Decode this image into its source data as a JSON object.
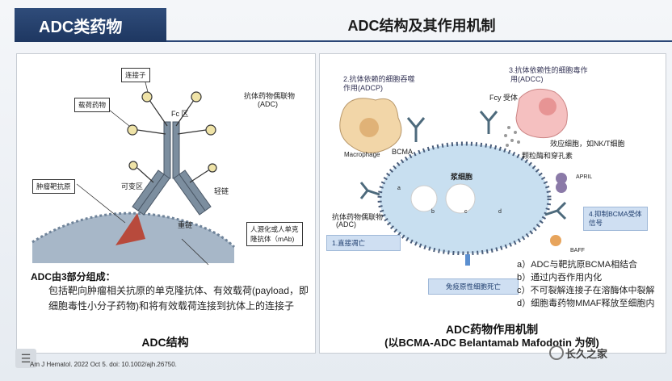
{
  "header": {
    "left_title": "ADC类药物",
    "main_title": "ADC结构及其作用机制"
  },
  "left_panel": {
    "labels": {
      "linker": "连接子",
      "payload": "载荷药物",
      "fc": "Fc 区",
      "adc_name_1": "抗体药物偶联物",
      "adc_name_2": "(ADC)",
      "antigen": "肿瘤靶抗原",
      "variable": "可变区",
      "light_chain": "轻链",
      "heavy_chain": "重链",
      "mab_1": "人源化或人单克",
      "mab_2": "隆抗体（mAb)"
    },
    "desc_title": "ADC由3部分组成：",
    "desc_text": "包括靶向肿瘤相关抗原的单克隆抗体、有效载荷(payload，即细胞毒性小分子药物)和将有效载荷连接到抗体上的连接子",
    "caption": "ADC结构"
  },
  "right_panel": {
    "labels": {
      "adcp_1": "2.抗体依赖的细胞吞噬",
      "adcp_2": "作用(ADCP)",
      "adcc_1": "3.抗体依赖性的细胞毒作",
      "adcc_2": "用(ADCC)",
      "fcy": "Fcy 受体",
      "macrophage": "Macrophage",
      "bcma": "BCMA",
      "effector": "效应细胞，如NK/T细胞",
      "granzyme": "颗粒酶和穿孔素",
      "plasma": "浆细胞",
      "adc_1": "抗体药物偶联物",
      "adc_2": "(ADC)",
      "april": "APRIL",
      "baff": "BAFF",
      "a": "a",
      "b": "b",
      "c": "c",
      "d": "d"
    },
    "box_apoptosis": "1.直接凋亡",
    "box_block_1": "4.抑制BCMA受体",
    "box_block_2": "信号",
    "box_icd": "免疫原性细胞死亡",
    "list": [
      "a）ADC与靶抗原BCMA相结合",
      "b）通过内吞作用内化",
      "c）不可裂解连接子在溶酶体中裂解",
      "d）细胞毒药物MMAF释放至细胞内"
    ],
    "caption_1": "ADC药物作用机制",
    "caption_2": "(以BCMA-ADC Belantamab Mafodotin 为例)"
  },
  "footer": {
    "citation": "Am J Hematol. 2022 Oct 5. doi: 10.1002/ajh.26750.",
    "watermark": "长久之家"
  }
}
